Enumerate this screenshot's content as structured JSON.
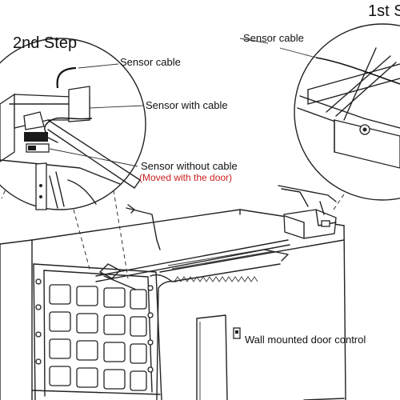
{
  "steps": {
    "second_title": "2nd Step",
    "first_title": "1st S"
  },
  "labels": {
    "sensor_cable_left": "Sensor cable",
    "sensor_with_cable": "Sensor with cable",
    "sensor_without_cable": "Sensor without cable",
    "moved_with_door": "(Moved with the door)",
    "sensor_cable_right": "Sensor cable",
    "wall_control": "Wall mounted door control"
  },
  "colors": {
    "line": "#222222",
    "note_red": "#cc1f1f",
    "background": "#ffffff"
  }
}
